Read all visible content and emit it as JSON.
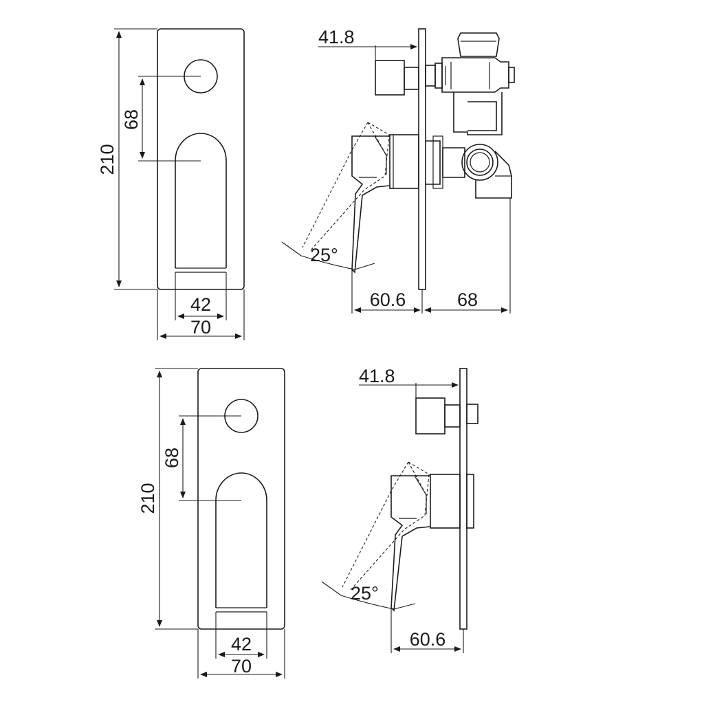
{
  "top_drawing": {
    "front_view": {
      "height_label": "210",
      "spacing_label": "68",
      "inner_width_label": "42",
      "outer_width_label": "70"
    },
    "side_view": {
      "top_label": "41.8",
      "angle_label": "25°",
      "depth_label": "60.6",
      "body_depth_label": "68"
    }
  },
  "bottom_drawing": {
    "front_view": {
      "height_label": "210",
      "spacing_label": "68",
      "inner_width_label": "42",
      "outer_width_label": "70"
    },
    "side_view": {
      "top_label": "41.8",
      "angle_label": "25°",
      "depth_label": "60.6"
    }
  }
}
